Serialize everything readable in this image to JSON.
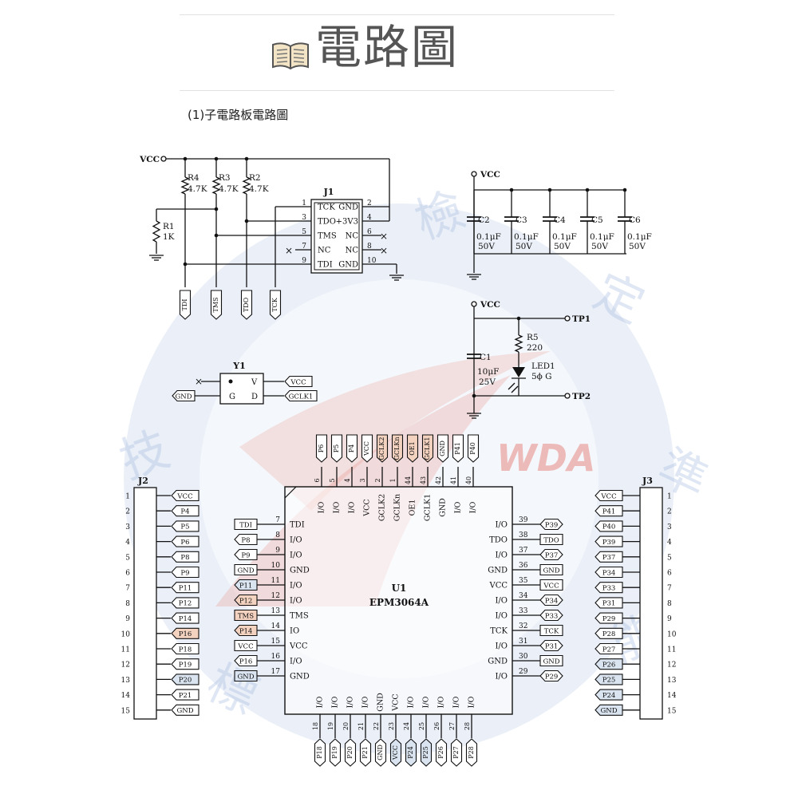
{
  "title": "電路圖",
  "subtitle": "(1)子電路板電路圖",
  "watermark": {
    "logo": "WDA",
    "chars": [
      "檢",
      "定",
      "技",
      "標",
      "能",
      "準"
    ]
  },
  "colors": {
    "line": "#111111",
    "tan": "#f3d2c0",
    "blue": "#d9e4f0",
    "watermark_red": "#e04b3f",
    "watermark_blue": "#b8c9e8"
  },
  "vcc": "VCC",
  "gnd": "GND",
  "header": {
    "ref": "J1",
    "pins_left": [
      {
        "num": "1",
        "name": "TCK"
      },
      {
        "num": "3",
        "name": "TDO"
      },
      {
        "num": "5",
        "name": "TMS"
      },
      {
        "num": "7",
        "name": "NC"
      },
      {
        "num": "9",
        "name": "TDI"
      }
    ],
    "pins_right": [
      {
        "num": "2",
        "name": "GND"
      },
      {
        "num": "4",
        "name": "+3V3"
      },
      {
        "num": "6",
        "name": "NC"
      },
      {
        "num": "8",
        "name": "NC"
      },
      {
        "num": "10",
        "name": "GND"
      }
    ]
  },
  "pullups": [
    {
      "ref": "R4",
      "value": "4.7K"
    },
    {
      "ref": "R3",
      "value": "4.7K"
    },
    {
      "ref": "R2",
      "value": "4.7K"
    }
  ],
  "pulldown": {
    "ref": "R1",
    "value": "1K"
  },
  "jtag_ports": [
    "TDI",
    "TMS",
    "TDO",
    "TCK"
  ],
  "decoupling": [
    {
      "ref": "C2",
      "value": "0.1μF",
      "voltage": "50V"
    },
    {
      "ref": "C3",
      "value": "0.1μF",
      "voltage": "50V"
    },
    {
      "ref": "C4",
      "value": "0.1μF",
      "voltage": "50V"
    },
    {
      "ref": "C5",
      "value": "0.1μF",
      "voltage": "50V"
    },
    {
      "ref": "C6",
      "value": "0.1μF",
      "voltage": "50V"
    }
  ],
  "oscillator": {
    "ref": "Y1",
    "pins": {
      "V": "V",
      "G": "G",
      "D": "D"
    },
    "labels": [
      "VCC",
      "GND",
      "GCLK1"
    ]
  },
  "power_section": {
    "cap": {
      "ref": "C1",
      "value": "10μF",
      "voltage": "25V"
    },
    "resistor": {
      "ref": "R5",
      "value": "220"
    },
    "led": {
      "ref": "LED1",
      "value": "5ϕ G"
    },
    "tp1": "TP1",
    "tp2": "TP2"
  },
  "ic": {
    "ref": "U1",
    "part": "EPM3064A",
    "left": [
      {
        "num": "7",
        "name": "TDI",
        "port": "TDI",
        "fill": "none"
      },
      {
        "num": "8",
        "name": "I/O",
        "port": "P8",
        "fill": "none"
      },
      {
        "num": "9",
        "name": "I/O",
        "port": "P9",
        "fill": "none"
      },
      {
        "num": "10",
        "name": "GND",
        "port": "GND",
        "fill": "none"
      },
      {
        "num": "11",
        "name": "I/O",
        "port": "P11",
        "fill": "blue"
      },
      {
        "num": "12",
        "name": "I/O",
        "port": "P12",
        "fill": "tan"
      },
      {
        "num": "13",
        "name": "TMS",
        "port": "TMS",
        "fill": "tan"
      },
      {
        "num": "14",
        "name": "IO",
        "port": "P14",
        "fill": "tan"
      },
      {
        "num": "15",
        "name": "VCC",
        "port": "VCC",
        "fill": "none"
      },
      {
        "num": "16",
        "name": "I/O",
        "port": "P16",
        "fill": "none"
      },
      {
        "num": "17",
        "name": "GND",
        "port": "GND",
        "fill": "blue"
      }
    ],
    "right": [
      {
        "num": "39",
        "name": "I/O",
        "port": "P39",
        "fill": "none"
      },
      {
        "num": "38",
        "name": "TDO",
        "port": "TDO",
        "fill": "none"
      },
      {
        "num": "37",
        "name": "I/O",
        "port": "P37",
        "fill": "none"
      },
      {
        "num": "36",
        "name": "GND",
        "port": "GND",
        "fill": "none"
      },
      {
        "num": "35",
        "name": "VCC",
        "port": "VCC",
        "fill": "none"
      },
      {
        "num": "34",
        "name": "I/O",
        "port": "P34",
        "fill": "none"
      },
      {
        "num": "33",
        "name": "I/O",
        "port": "P33",
        "fill": "none"
      },
      {
        "num": "32",
        "name": "TCK",
        "port": "TCK",
        "fill": "none"
      },
      {
        "num": "31",
        "name": "I/O",
        "port": "P31",
        "fill": "none"
      },
      {
        "num": "30",
        "name": "GND",
        "port": "GND",
        "fill": "none"
      },
      {
        "num": "29",
        "name": "I/O",
        "port": "P29",
        "fill": "none"
      }
    ],
    "top": [
      {
        "num": "6",
        "name": "I/O",
        "port": "P6",
        "fill": "none"
      },
      {
        "num": "5",
        "name": "I/O",
        "port": "P5",
        "fill": "none"
      },
      {
        "num": "4",
        "name": "I/O",
        "port": "P4",
        "fill": "none"
      },
      {
        "num": "3",
        "name": "VCC",
        "port": "VCC",
        "fill": "none"
      },
      {
        "num": "2",
        "name": "GCLK2",
        "port": "GCLK2",
        "fill": "tan"
      },
      {
        "num": "1",
        "name": "GCLKn",
        "port": "GCLKn",
        "fill": "tan"
      },
      {
        "num": "44",
        "name": "OE1",
        "port": "OE1",
        "fill": "tan"
      },
      {
        "num": "43",
        "name": "GCLK1",
        "port": "GCLK1",
        "fill": "tan"
      },
      {
        "num": "42",
        "name": "GND",
        "port": "GND",
        "fill": "none"
      },
      {
        "num": "41",
        "name": "I/O",
        "port": "P41",
        "fill": "none"
      },
      {
        "num": "40",
        "name": "I/O",
        "port": "P40",
        "fill": "none"
      }
    ],
    "bottom": [
      {
        "num": "18",
        "name": "I/O",
        "port": "P18",
        "fill": "none"
      },
      {
        "num": "19",
        "name": "I/O",
        "port": "P19",
        "fill": "none"
      },
      {
        "num": "20",
        "name": "I/O",
        "port": "P20",
        "fill": "none"
      },
      {
        "num": "21",
        "name": "I/O",
        "port": "P21",
        "fill": "none"
      },
      {
        "num": "22",
        "name": "GND",
        "port": "GND",
        "fill": "none"
      },
      {
        "num": "23",
        "name": "VCC",
        "port": "VCC",
        "fill": "blue"
      },
      {
        "num": "24",
        "name": "I/O",
        "port": "P24",
        "fill": "blue"
      },
      {
        "num": "25",
        "name": "I/O",
        "port": "P25",
        "fill": "blue"
      },
      {
        "num": "26",
        "name": "I/O",
        "port": "P26",
        "fill": "none"
      },
      {
        "num": "27",
        "name": "I/O",
        "port": "P27",
        "fill": "none"
      },
      {
        "num": "28",
        "name": "I/O",
        "port": "P28",
        "fill": "none"
      }
    ]
  },
  "connectors": {
    "J2": {
      "ref": "J2",
      "labels": [
        "VCC",
        "P4",
        "P5",
        "P6",
        "P8",
        "P9",
        "P11",
        "P12",
        "P14",
        "P16",
        "P18",
        "P19",
        "P20",
        "P21",
        "GND"
      ],
      "fills": [
        "none",
        "none",
        "none",
        "none",
        "none",
        "none",
        "none",
        "none",
        "none",
        "tan",
        "none",
        "none",
        "blue",
        "none",
        "none"
      ]
    },
    "J3": {
      "ref": "J3",
      "labels": [
        "VCC",
        "P41",
        "P40",
        "P39",
        "P37",
        "P34",
        "P33",
        "P31",
        "P29",
        "P28",
        "P27",
        "P26",
        "P25",
        "P24",
        "GND"
      ],
      "fills": [
        "none",
        "none",
        "none",
        "none",
        "none",
        "none",
        "none",
        "none",
        "none",
        "none",
        "none",
        "blue",
        "blue",
        "blue",
        "blue"
      ]
    }
  }
}
